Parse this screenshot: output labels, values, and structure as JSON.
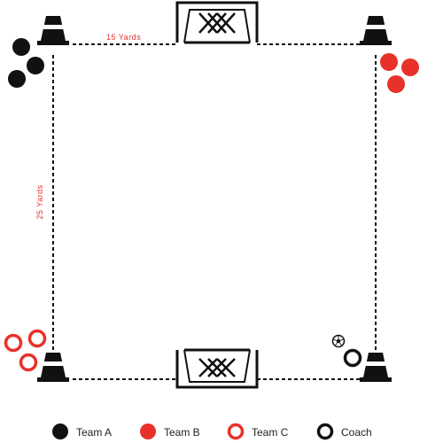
{
  "field": {
    "width_label": "15 Yards",
    "length_label": "25 Yards"
  },
  "colors": {
    "line": "#111111",
    "team_a": "#111111",
    "team_b": "#e8312a",
    "team_c": "#e8312a",
    "coach": "#111111",
    "dimension_text": "#e8312a"
  },
  "icons": {
    "cone": "cone-icon",
    "goal": "goal-icon",
    "ball": "soccer-ball-icon"
  },
  "legend": [
    {
      "label": "Team A",
      "marker": "filled-black"
    },
    {
      "label": "Team B",
      "marker": "filled-red"
    },
    {
      "label": "Team C",
      "marker": "ring-red"
    },
    {
      "label": "Coach",
      "marker": "ring-black"
    }
  ]
}
